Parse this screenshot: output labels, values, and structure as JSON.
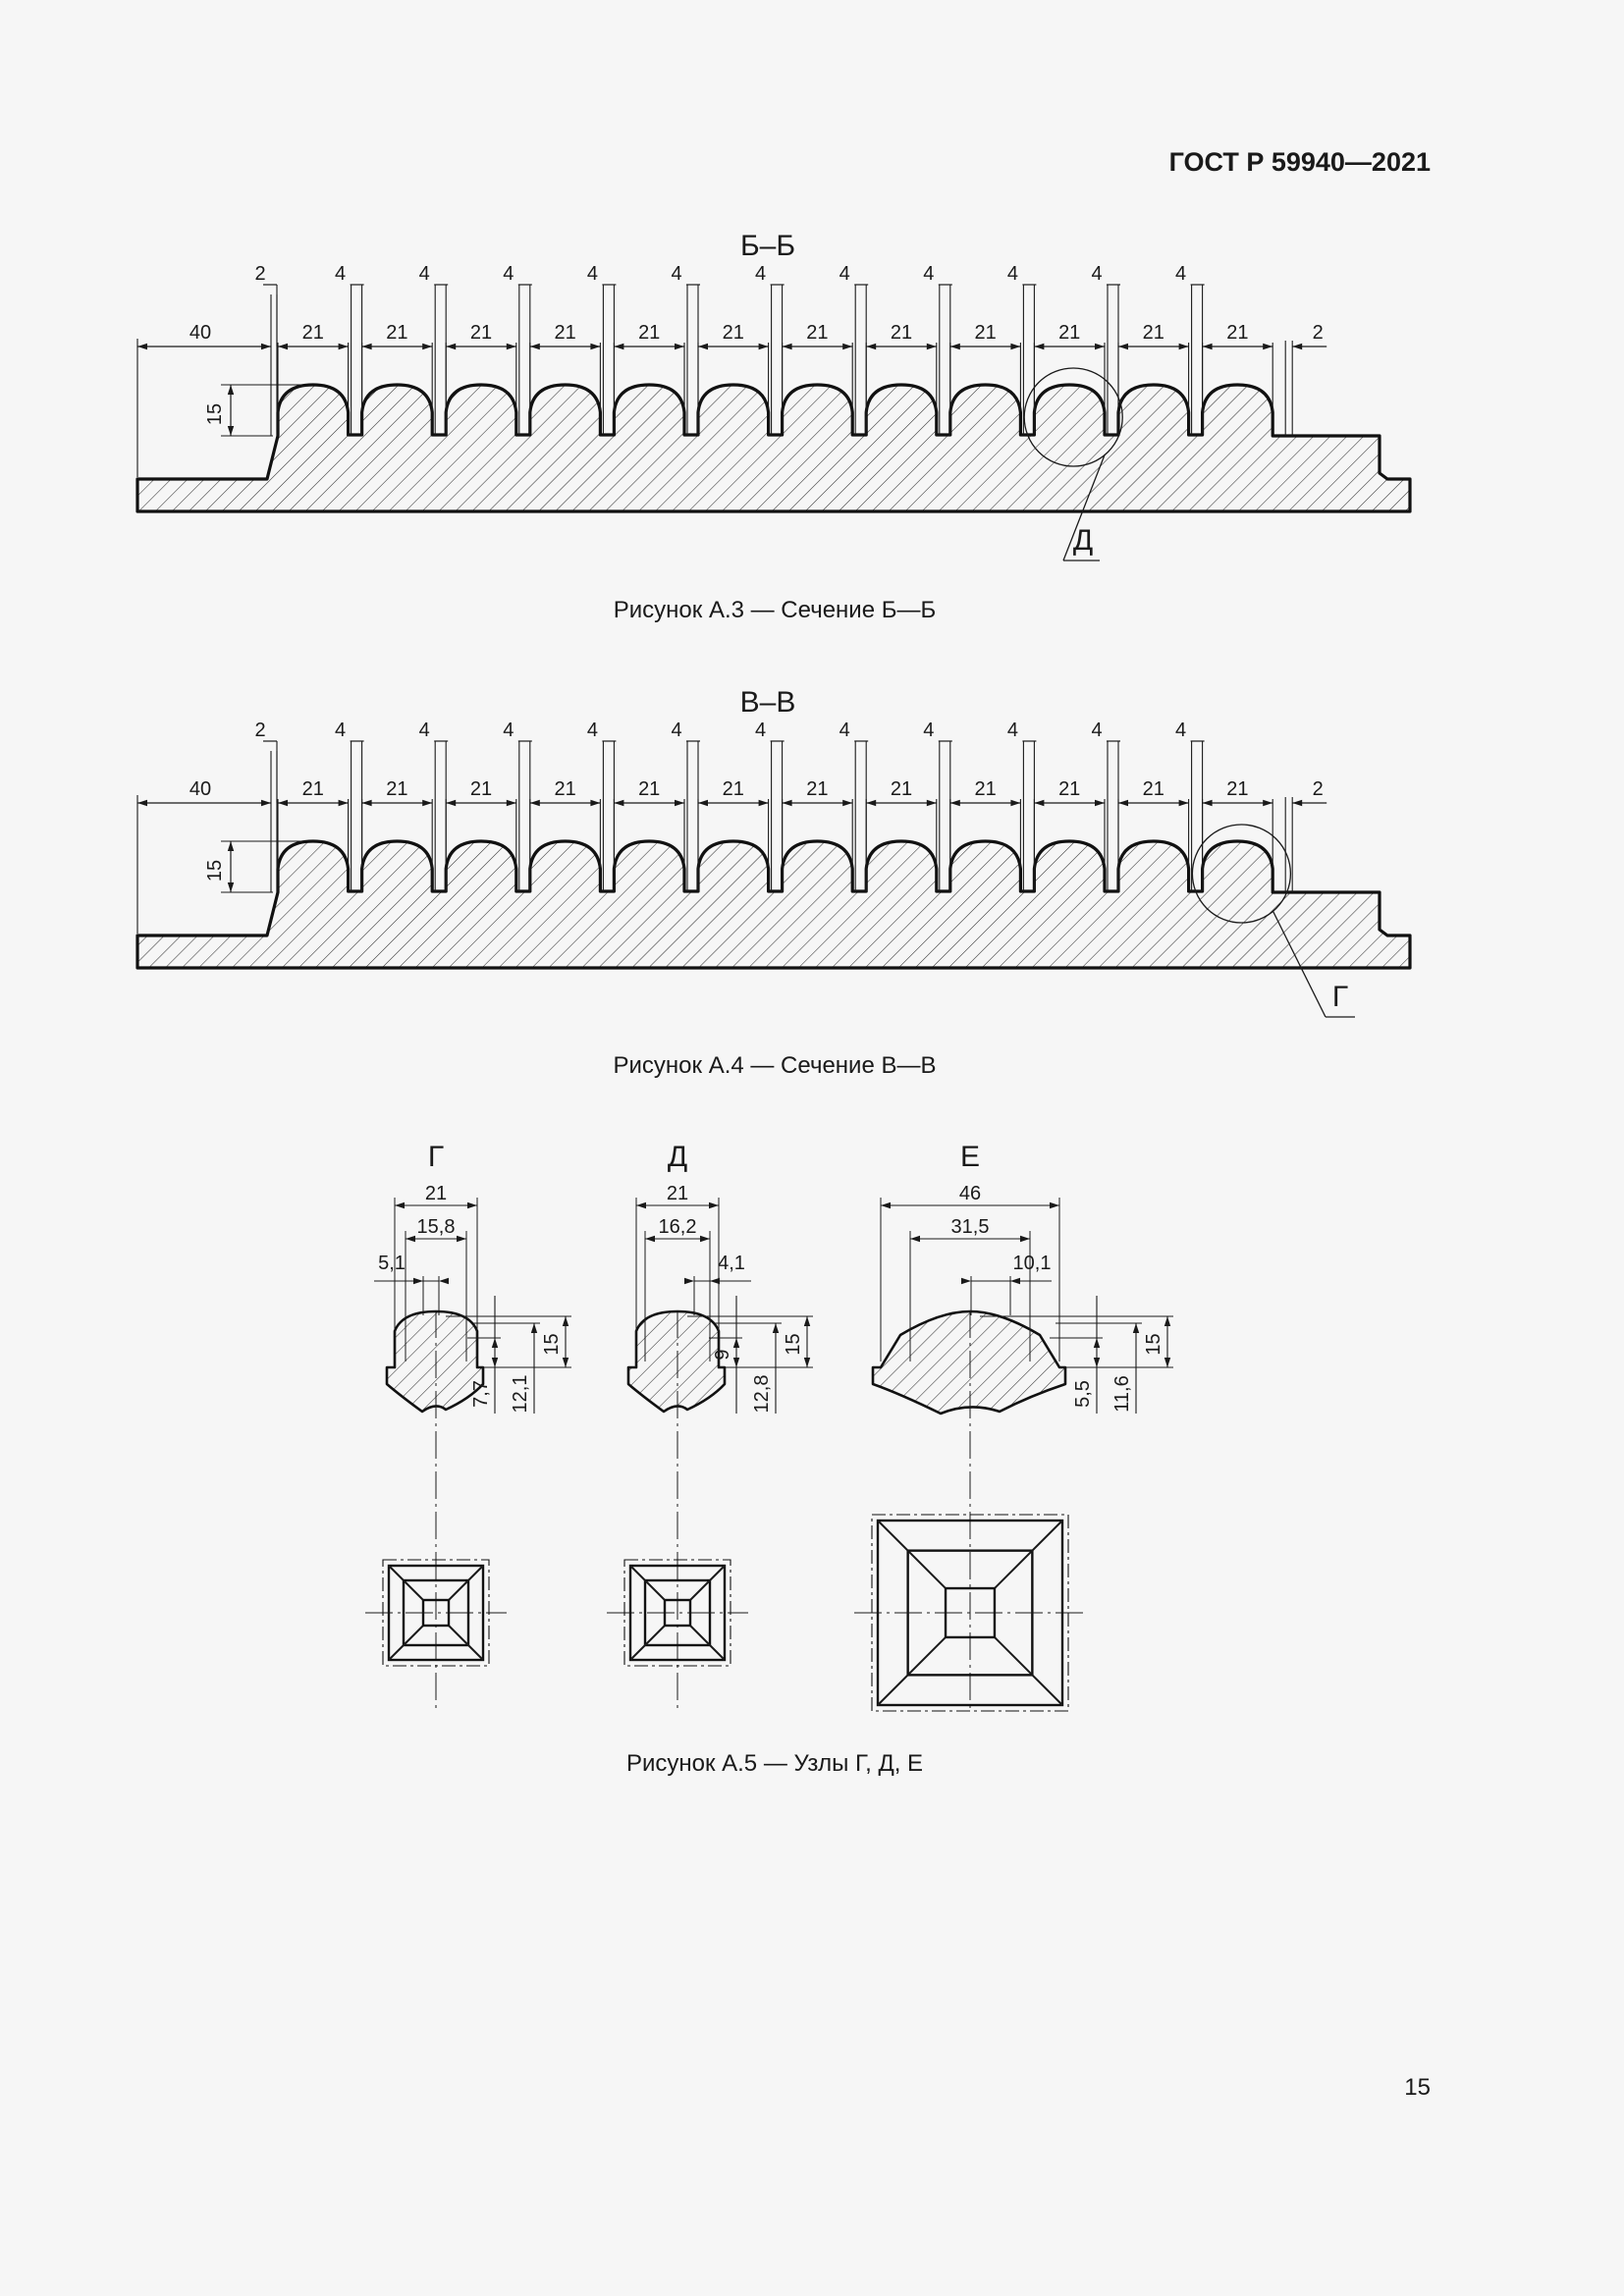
{
  "header": {
    "doc_id": "ГОСТ Р 59940—2021"
  },
  "page_number": "15",
  "figure_a3": {
    "section_title": "Б–Б",
    "caption": "Рисунок А.3 — Сечение Б—Б",
    "callout": "Д",
    "dims": {
      "left": "40",
      "edge": "2",
      "gap": "4",
      "pitch": "21",
      "height": "15"
    }
  },
  "figure_a4": {
    "section_title": "В–В",
    "caption": "Рисунок А.4 — Сечение В—В",
    "callout": "Г",
    "dims": {
      "left": "40",
      "edge": "2",
      "gap": "4",
      "pitch": "21",
      "height": "15"
    }
  },
  "figure_a5": {
    "caption": "Рисунок А.5 — Узлы Г, Д, Е",
    "nodes": [
      {
        "label": "Г",
        "width": "21",
        "top_width": "15,8",
        "side": "5,1",
        "h_total": "15",
        "h_mid": "12,1",
        "h_low": "7,7"
      },
      {
        "label": "Д",
        "width": "21",
        "top_width": "16,2",
        "side": "4,1",
        "h_total": "15",
        "h_mid": "12,8",
        "h_low": "9"
      },
      {
        "label": "Е",
        "width": "46",
        "top_width": "31,5",
        "side": "10,1",
        "h_total": "15",
        "h_mid": "11,6",
        "h_low": "5,5"
      }
    ]
  }
}
